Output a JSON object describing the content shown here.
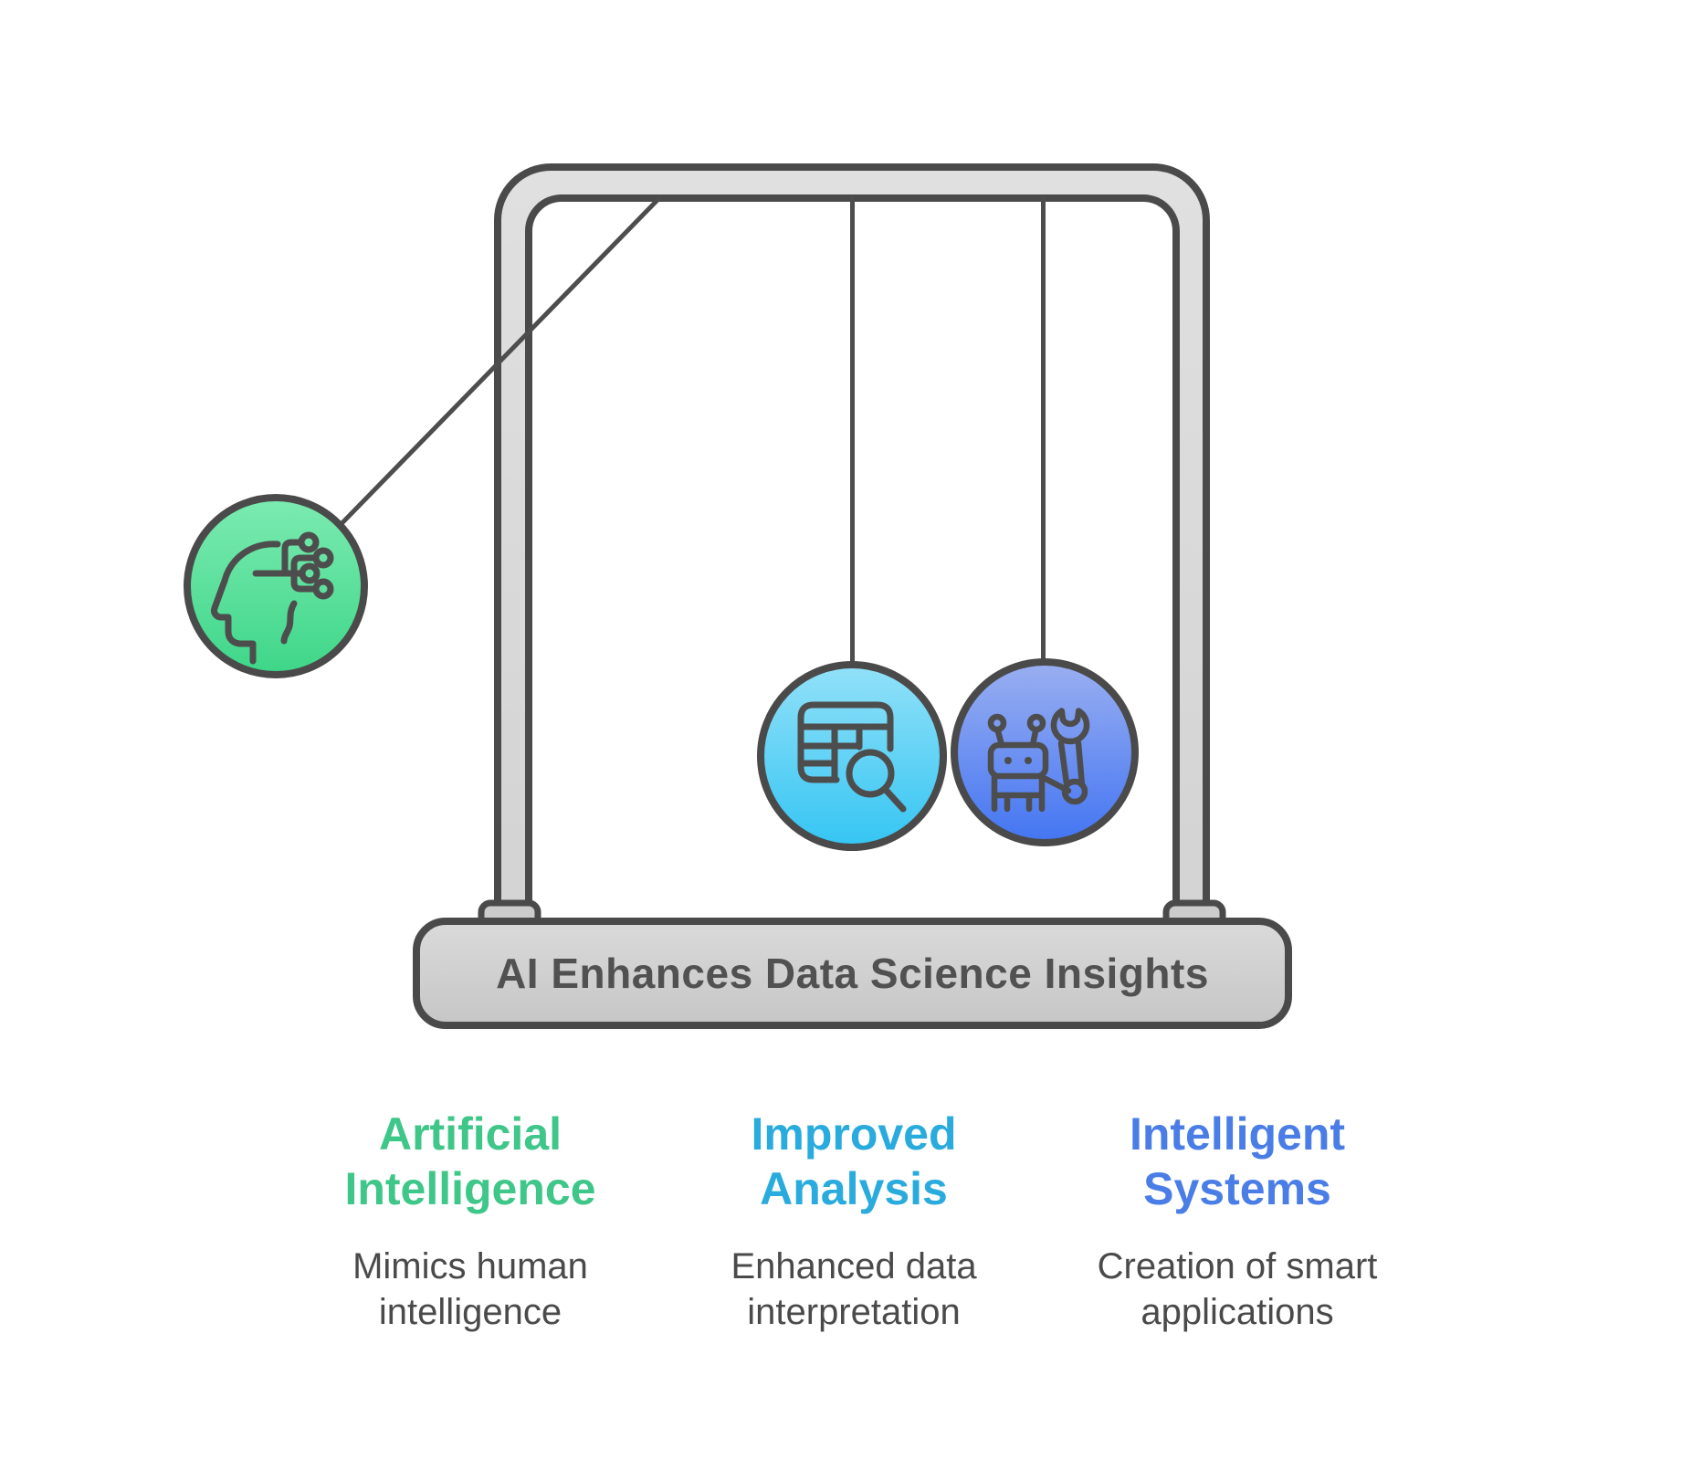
{
  "figure": {
    "base_label": "AI Enhances Data Science Insights"
  },
  "pendulum": {
    "frame_color": "#dcdcdc",
    "base_color_top": "#dadada",
    "base_color_bottom": "#c6c6c6",
    "outline_color": "#4a4a4a",
    "string_color": "#4d4d4d",
    "balls": [
      {
        "icon": "ai-head-icon",
        "gradient_top": "#7cebb1",
        "gradient_bottom": "#3ed689"
      },
      {
        "icon": "data-table-search-icon",
        "gradient_top": "#92e1f8",
        "gradient_bottom": "#35c5f3"
      },
      {
        "icon": "robot-wrench-icon",
        "gradient_top": "#9aaff1",
        "gradient_bottom": "#4375f2"
      }
    ]
  },
  "columns": [
    {
      "heading": "Artificial\nIntelligence",
      "description": "Mimics human\nintelligence",
      "accent": "#3fc689"
    },
    {
      "heading": "Improved\nAnalysis",
      "description": "Enhanced data\ninterpretation",
      "accent": "#29abdd"
    },
    {
      "heading": "Intelligent\nSystems",
      "description": "Creation of smart\napplications",
      "accent": "#4a7de6"
    }
  ]
}
